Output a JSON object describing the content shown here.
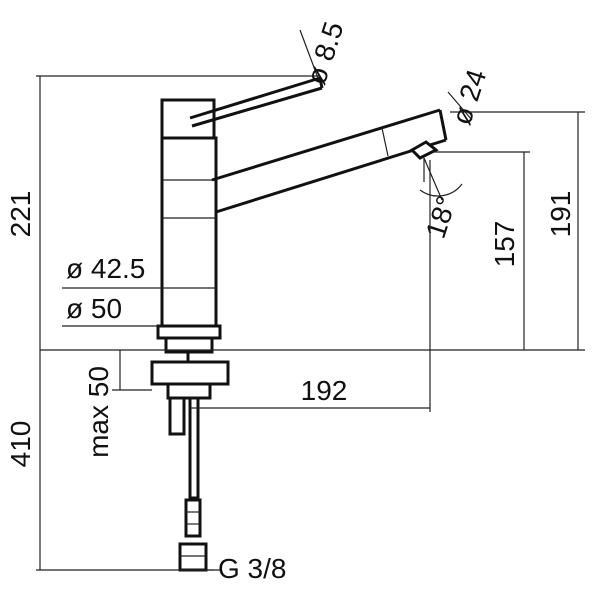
{
  "dimensions": {
    "height_total": "221",
    "base_to_underside": "410",
    "dia_lever": "ø 8.5",
    "dia_spout": "ø 24",
    "spout_height_low": "157",
    "spout_height_high": "191",
    "angle": "18°",
    "dia_body_upper": "ø 42.5",
    "dia_body_lower": "ø 50",
    "max_deck": "max 50",
    "reach": "192",
    "connection": "G 3/8"
  }
}
